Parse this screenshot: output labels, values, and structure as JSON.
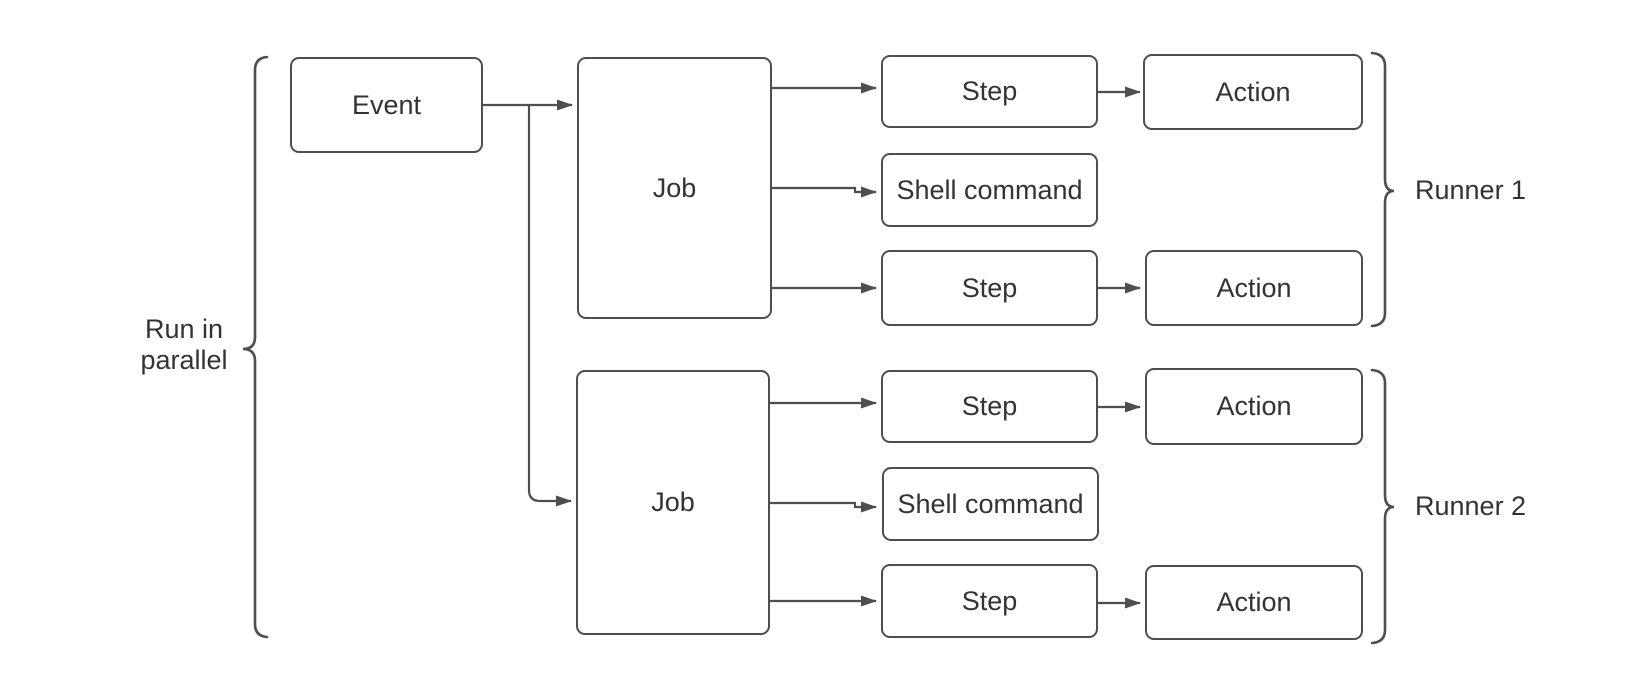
{
  "colors": {
    "stroke": "#4e4e4e",
    "text": "#333333",
    "background": "#ffffff"
  },
  "diagram": {
    "parallel_label": {
      "line1": "Run in",
      "line2": "parallel"
    },
    "event": {
      "label": "Event"
    },
    "runners": [
      {
        "name": "Runner 1",
        "job": {
          "label": "Job"
        },
        "rows": [
          {
            "source": "Step",
            "target": "Action"
          },
          {
            "source": "Shell command"
          },
          {
            "source": "Step",
            "target": "Action"
          }
        ]
      },
      {
        "name": "Runner 2",
        "job": {
          "label": "Job"
        },
        "rows": [
          {
            "source": "Step",
            "target": "Action"
          },
          {
            "source": "Shell command"
          },
          {
            "source": "Step",
            "target": "Action"
          }
        ]
      }
    ]
  }
}
